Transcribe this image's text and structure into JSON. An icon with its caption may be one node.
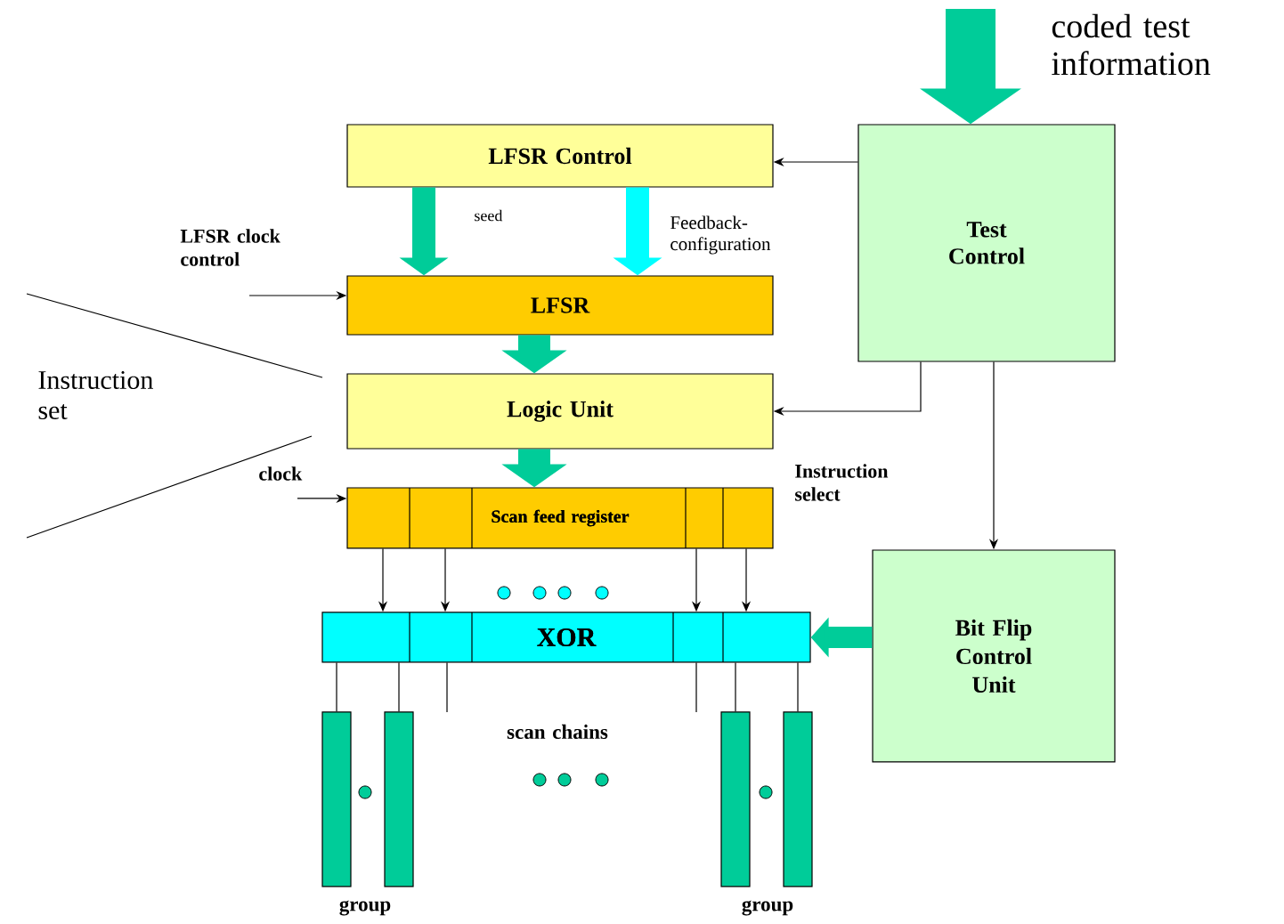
{
  "diagram": {
    "nodes": [
      {
        "text": [
          "LFSR Control"
        ]
      },
      {
        "text": [
          "Test Control"
        ]
      },
      {
        "text": [
          "LFSR"
        ]
      },
      {
        "text": [
          "Logic Unit"
        ]
      },
      {
        "text": [
          "Scan feed register"
        ]
      },
      {
        "text": [
          "XOR"
        ]
      },
      {
        "text": [
          "Bit Flip Control Unit"
        ]
      },
      {
        "text": [],
        "shape": "bar"
      },
      {
        "text": [],
        "shape": "bar"
      },
      {
        "text": [],
        "shape": "bar"
      },
      {
        "text": [],
        "shape": "bar"
      }
    ],
    "edges": [
      {
        "from": null,
        "to": 1,
        "arrow": "to",
        "style": "thick",
        "color": "#00cc99",
        "label": "coded test information"
      },
      {
        "from": 1,
        "to": 0,
        "arrow": "to"
      },
      {
        "from": 0,
        "to": 2,
        "arrow": "to",
        "style": "thick",
        "color": "#00cc99",
        "label": "seed"
      },
      {
        "from": 0,
        "to": 2,
        "arrow": "to",
        "style": "thick",
        "color": "#00ffff",
        "label": "Feedback-configuration"
      },
      {
        "from": null,
        "to": 2,
        "arrow": "to",
        "label": "LFSR clock control"
      },
      {
        "from": 2,
        "to": 3,
        "arrow": "to",
        "style": "thick",
        "color": "#00cc99"
      },
      {
        "from": 1,
        "to": 3,
        "arrow": "to",
        "label": "Instruction select"
      },
      {
        "from": 3,
        "to": 4,
        "arrow": "to",
        "style": "thick",
        "color": "#00cc99"
      },
      {
        "from": null,
        "to": 4,
        "arrow": "to",
        "label": "clock"
      },
      {
        "from": 4,
        "to": 5,
        "arrow": "to"
      },
      {
        "from": 4,
        "to": 5,
        "arrow": "to"
      },
      {
        "from": 4,
        "to": 5,
        "arrow": "to"
      },
      {
        "from": 4,
        "to": 5,
        "arrow": "to"
      },
      {
        "from": 1,
        "to": 6,
        "arrow": "to"
      },
      {
        "from": 6,
        "to": 5,
        "arrow": "to",
        "style": "thick",
        "color": "#00cc99"
      },
      {
        "from": 5,
        "to": 7,
        "arrow": "none"
      },
      {
        "from": 5,
        "to": 8,
        "arrow": "none"
      },
      {
        "from": 5,
        "to": 9,
        "arrow": "none"
      },
      {
        "from": 5,
        "to": 10,
        "arrow": "none"
      },
      {
        "from": 5,
        "to": null,
        "arrow": "none"
      },
      {
        "from": 5,
        "to": null,
        "arrow": "none"
      }
    ],
    "labels": [
      "Instruction set",
      "scan chains",
      "group",
      "group"
    ]
  }
}
